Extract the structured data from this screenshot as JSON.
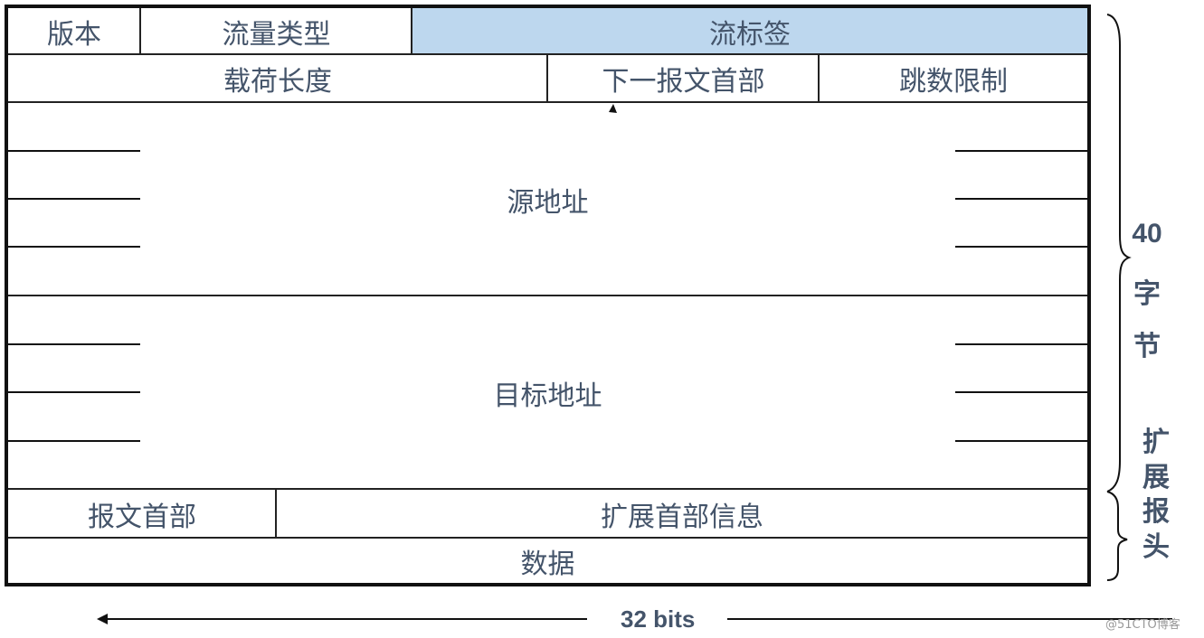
{
  "diagram": {
    "title": "IPv6 header format",
    "colors": {
      "text": "#44546a",
      "flow_label_fill": "#bdd7ee",
      "border": "#111111"
    },
    "rows": [
      {
        "fields": [
          {
            "label": "版本",
            "id": "version"
          },
          {
            "label": "流量类型",
            "id": "traffic-class"
          },
          {
            "label": "流标签",
            "id": "flow-label",
            "highlight": true
          }
        ]
      },
      {
        "fields": [
          {
            "label": "载荷长度",
            "id": "payload-length"
          },
          {
            "label": "下一报文首部",
            "id": "next-header"
          },
          {
            "label": "跳数限制",
            "id": "hop-limit"
          }
        ]
      },
      {
        "fields": [
          {
            "label": "源地址",
            "id": "source-address"
          }
        ]
      },
      {
        "fields": [
          {
            "label": "目标地址",
            "id": "destination-address"
          }
        ]
      },
      {
        "fields": [
          {
            "label": "报文首部",
            "id": "header"
          },
          {
            "label": "扩展首部信息",
            "id": "extension-header-info"
          }
        ]
      },
      {
        "fields": [
          {
            "label": "数据",
            "id": "data"
          }
        ]
      }
    ],
    "annotations": {
      "fixed_header_size": "40",
      "fixed_header_unit_1": "字",
      "fixed_header_unit_2": "节",
      "extension_label": [
        "扩",
        "展",
        "报",
        "头"
      ],
      "width_label": "32 bits"
    },
    "watermark": "@51CTO博客"
  }
}
